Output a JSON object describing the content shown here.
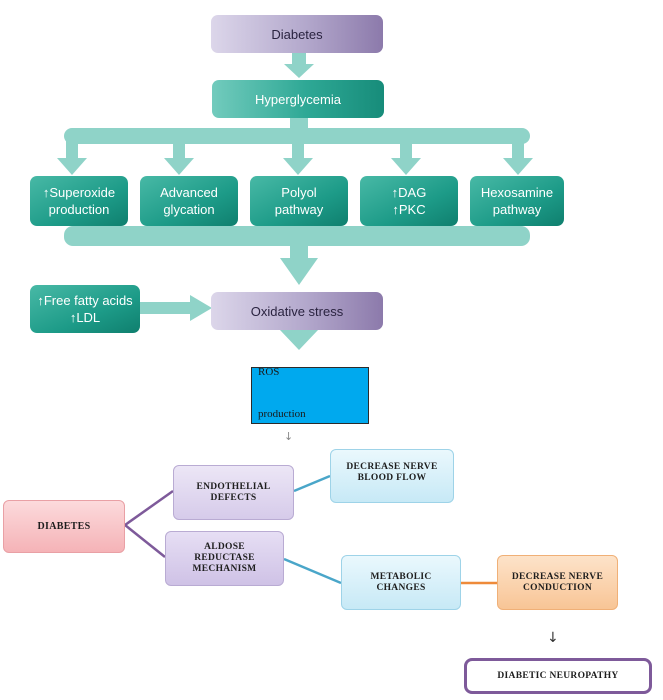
{
  "upper": {
    "diabetes": "Diabetes",
    "hyperglycemia": "Hyperglycemia",
    "pathways": [
      {
        "line1": "↑Superoxide",
        "line2": "production"
      },
      {
        "line1": "Advanced",
        "line2": "glycation"
      },
      {
        "line1": "Polyol",
        "line2": "pathway"
      },
      {
        "line1": "↑DAG",
        "line2": "↑PKC"
      },
      {
        "line1": "Hexosamine",
        "line2": "pathway"
      }
    ],
    "ffa": {
      "line1": "↑Free fatty acids",
      "line2": "↑LDL"
    },
    "oxidative_stress": "Oxidative stress"
  },
  "ros": {
    "line1": "ROS",
    "line2": "production"
  },
  "small_arrow": "↓",
  "lower": {
    "diabetes": "DIABETES",
    "endothelial": "ENDOTHELIAL DEFECTS",
    "decrease_blood_flow": "DECREASE NERVE BLOOD FLOW",
    "aldose": "ALDOSE REDUCTASE MECHANISM",
    "metabolic": "METABOLIC CHANGES",
    "decrease_conduction": "DECREASE NERVE CONDUCTION",
    "neuropathy": "DIABETIC NEUROPATHY"
  },
  "colors": {
    "purple": "#a99dc4",
    "teal": "#1d9b88",
    "teal_connector": "#8fd3c8",
    "ros_fill": "#00a9ee",
    "pink": "#f9c6c9",
    "lavender": "#ddd4ee",
    "lightblue": "#d7f0fa",
    "peach": "#fbd2ac",
    "orange_line": "#ee8a3a",
    "blue_line": "#4aa6c9",
    "purple_line": "#7e5a9a"
  }
}
